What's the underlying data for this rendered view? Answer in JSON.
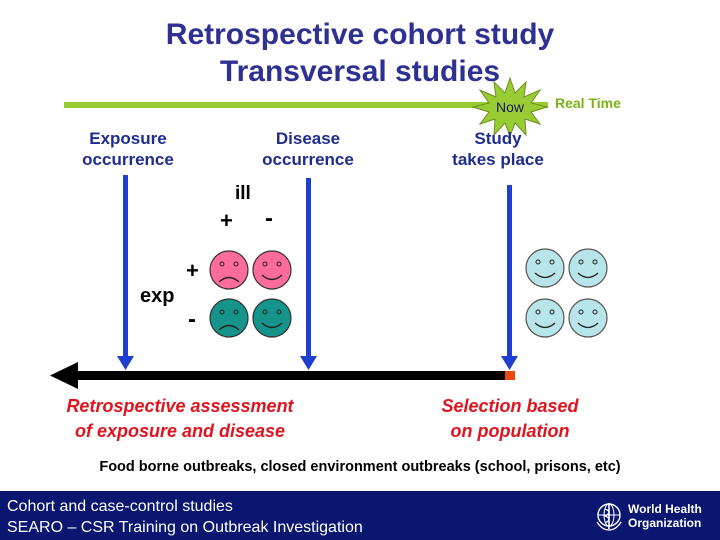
{
  "slide": {
    "title_line1": "Retrospective cohort study",
    "title_line2": "Transversal studies",
    "now_label": "Now",
    "real_time_label": "Real Time",
    "columns": {
      "exposure": [
        "Exposure",
        "occurrence"
      ],
      "disease": [
        "Disease",
        "occurrence"
      ],
      "study": [
        "Study",
        "takes place"
      ]
    },
    "ill_label": "ill",
    "ill_plus": "+",
    "ill_minus": "-",
    "exp_label": "exp",
    "exp_plus": "+",
    "exp_minus": "-",
    "retro_caption": [
      "Retrospective assessment",
      "of exposure and disease"
    ],
    "selection_caption": [
      "Selection based",
      "on population"
    ],
    "examples": "Food borne outbreaks, closed environment outbreaks (school, prisons, etc)"
  },
  "footer": {
    "line1": "Cohort and case-control studies",
    "line2": "SEARO – CSR Training on Outbreak Investigation",
    "org_line1": "World Health",
    "org_line2": "Organization"
  },
  "colors": {
    "title": "#2e3192",
    "timeline_green": "#99cc33",
    "now_star": "#99cc33",
    "arrow_blue": "#1f3fd1",
    "face_pink": "#ff6b9d",
    "face_teal": "#15948c",
    "face_light_blue": "#b8e5ea",
    "caption_red": "#e0141e",
    "footer_bg": "#0a1670"
  }
}
